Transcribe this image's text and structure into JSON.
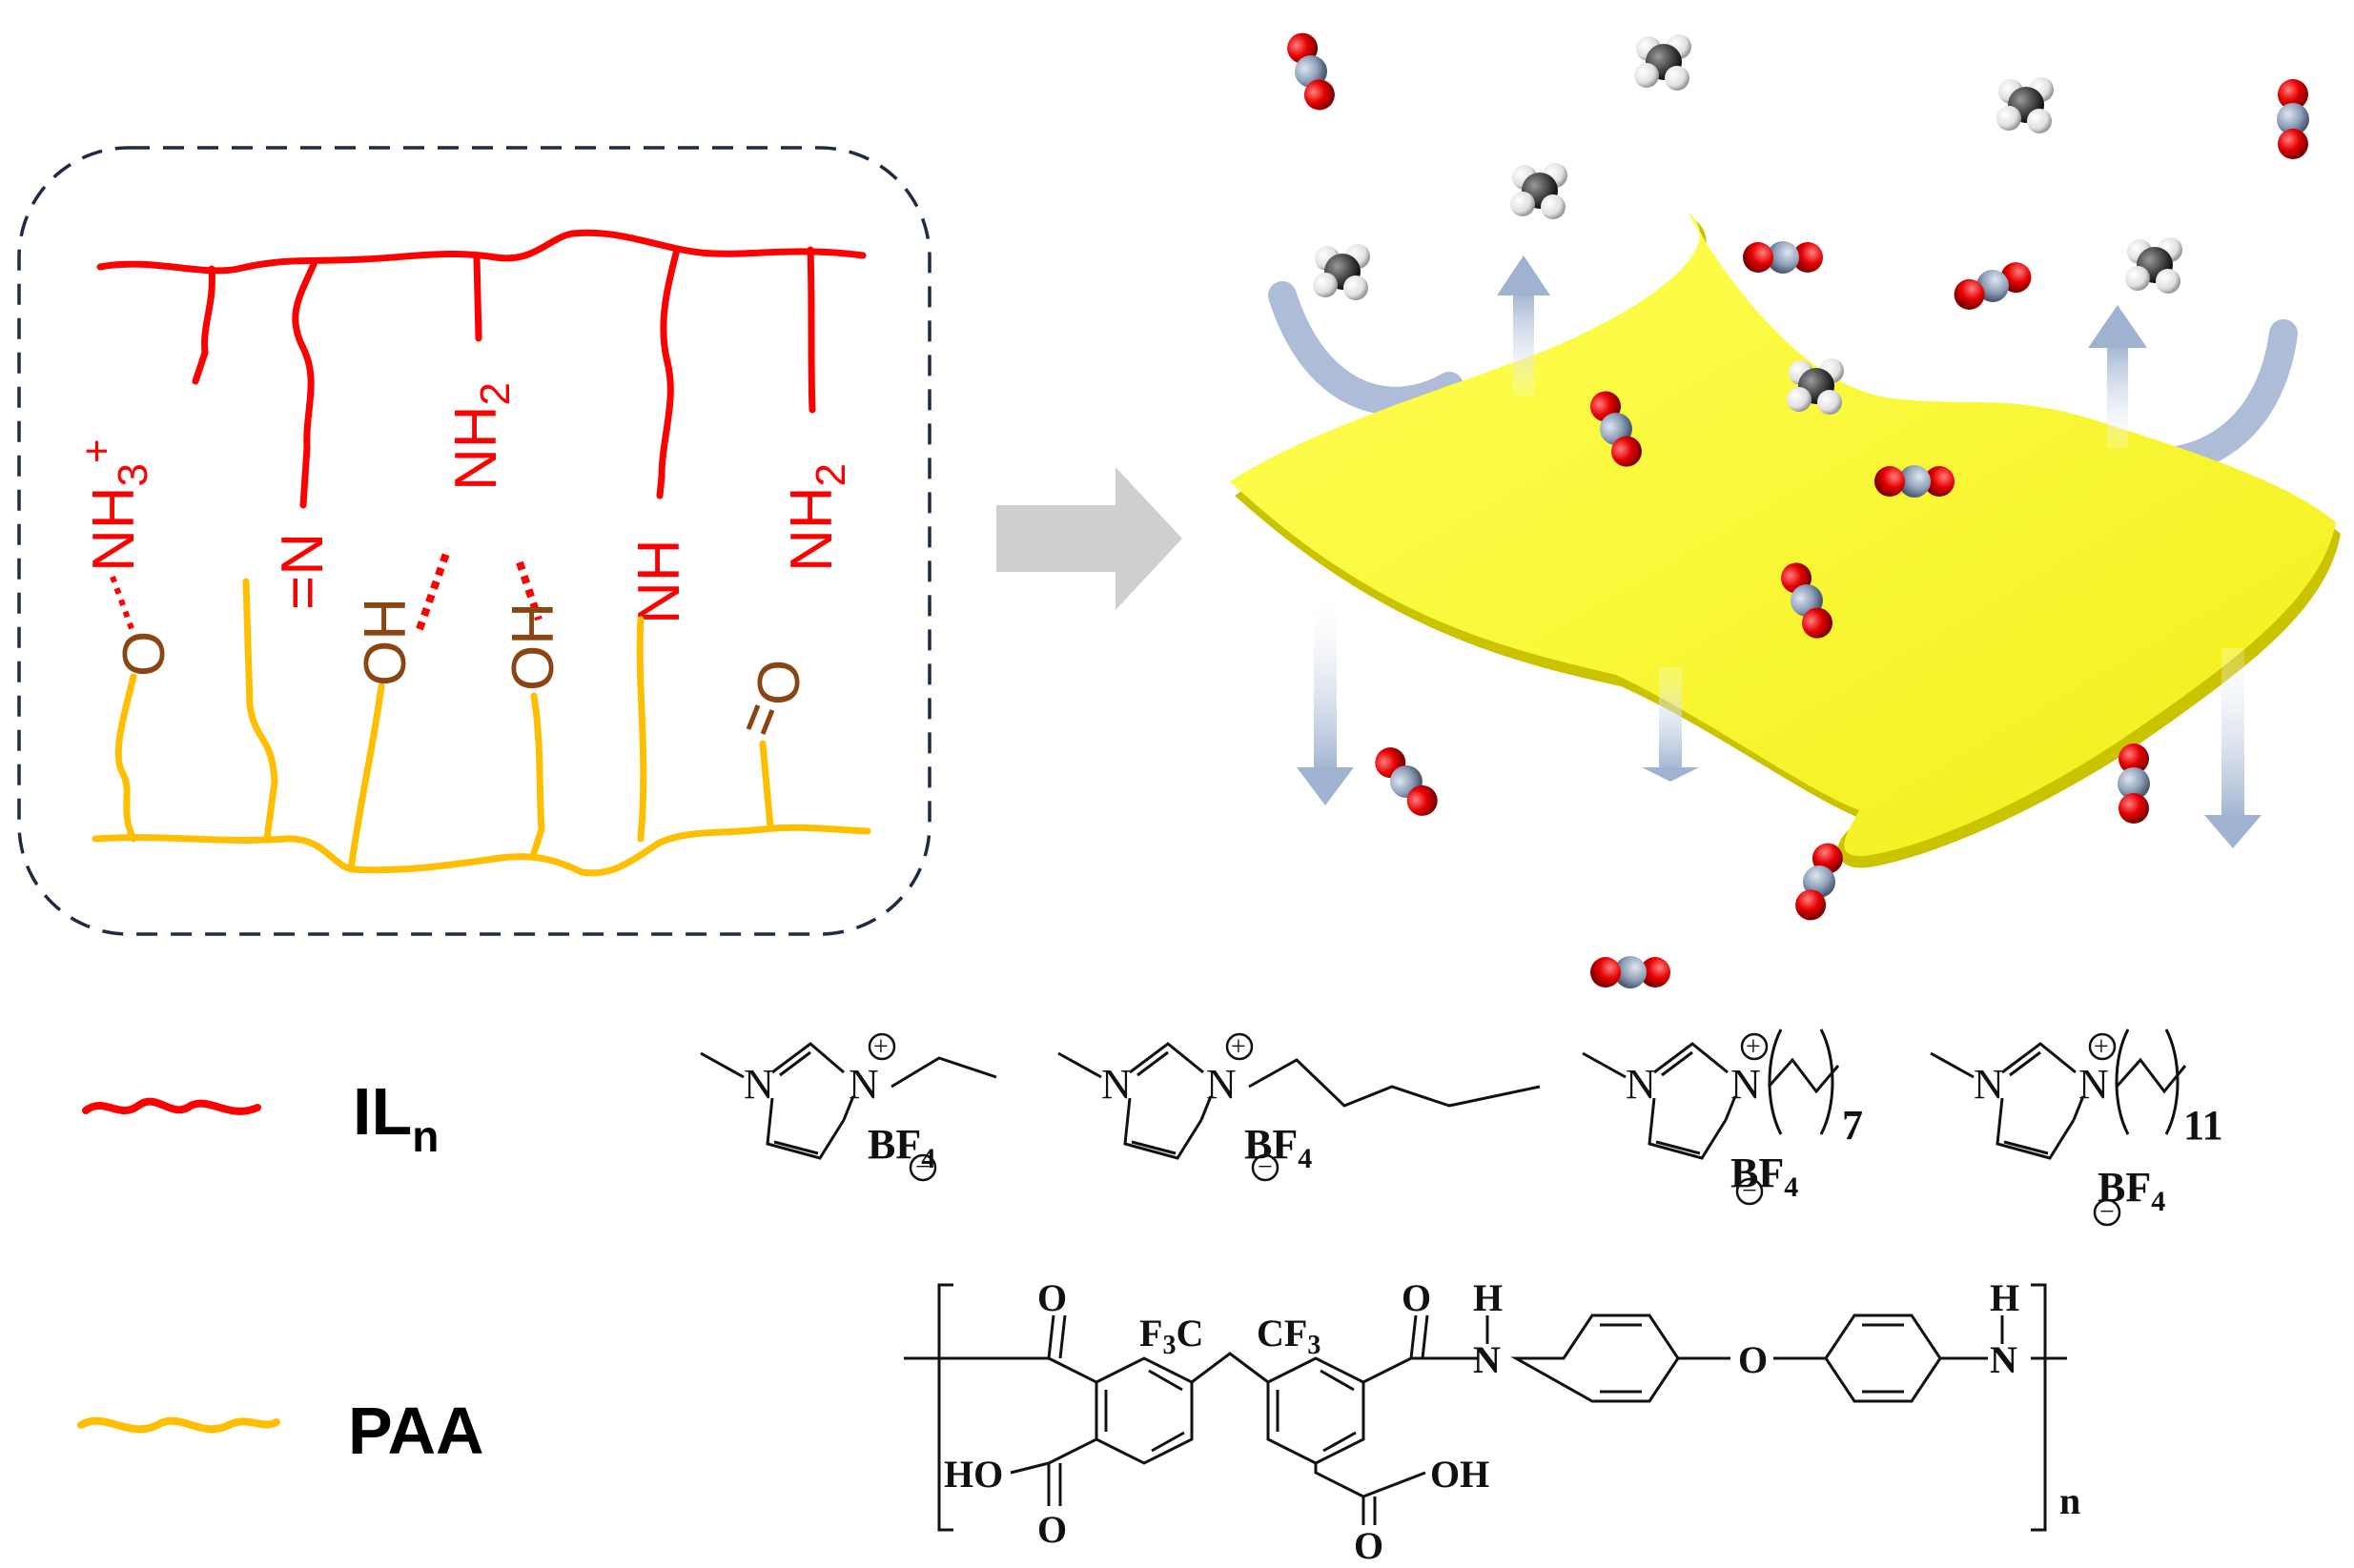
{
  "panel": {
    "interaction_box": {
      "il_chain_groups": [
        "NH3+",
        "=N",
        "NH2",
        "NH",
        "NH2"
      ],
      "paa_chain_groups": [
        "O",
        "OH",
        "OH",
        "O"
      ]
    },
    "legend": [
      {
        "key": "il",
        "label": "IL",
        "subscript": "n",
        "color": "#ff0000"
      },
      {
        "key": "paa",
        "label": "PAA",
        "color": "#ffbf00"
      }
    ],
    "membrane": {
      "color": "#ffff33",
      "permeating_gas": "CO2",
      "retained_gas": "CH4"
    },
    "ionic_liquids": [
      {
        "anion": "BF4",
        "chain_repeat": ""
      },
      {
        "anion": "BF4",
        "chain_repeat": ""
      },
      {
        "anion": "BF4",
        "chain_repeat": "7"
      },
      {
        "anion": "BF4",
        "chain_repeat": "11"
      }
    ],
    "polymer": {
      "carbonyl": "O",
      "cf3_left": "F3C",
      "cf3_right": "CF3",
      "ether_o": "O",
      "amide_h": "H",
      "amide_n": "N",
      "acid_left": "HO",
      "acid_right": "OH",
      "repeat": "n"
    }
  },
  "colors": {
    "il": "#ff0000",
    "paa": "#ffbf00",
    "hbond_group": "#8b4513",
    "co2_oxygen": "#e60000",
    "co2_carbon": "#8fa0b8",
    "ch4": "#444444",
    "arrow_gray": "#cfcfcf",
    "flow_arrow": "#9fb2d0"
  }
}
